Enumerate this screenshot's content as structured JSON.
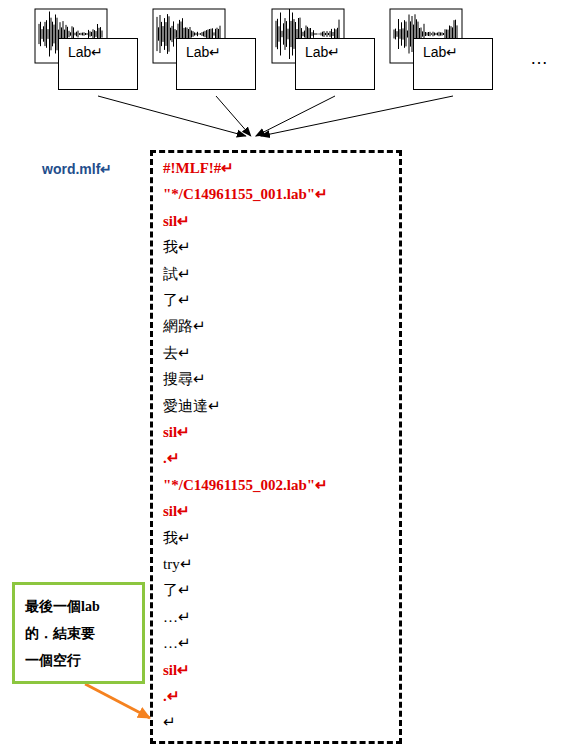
{
  "diagram": {
    "nodes": [
      {
        "text": [
          "Lab↵"
        ]
      },
      {
        "text": [
          "Lab↵"
        ]
      },
      {
        "text": [
          "Lab↵"
        ]
      },
      {
        "text": [
          "Lab↵"
        ]
      },
      {
        "text": [
          "word.mlf↵",
          "#!MLF!#↵",
          "\"*/C14961155_001.lab\"↵",
          "sil↵",
          "我↵",
          "試↵",
          "了↵",
          "網路↵",
          "去↵",
          "搜尋↵",
          "愛迪達↵",
          "sil↵",
          ".↵",
          "\"*/C14961155_002.lab\"↵",
          "sil↵",
          "我↵",
          "try↵",
          "了↵",
          "…↵",
          "…↵",
          "sil↵",
          ".↵",
          "↵"
        ]
      },
      {
        "text": [
          "最後一個lab 的．結束要 一個空行"
        ]
      }
    ],
    "edges": [
      {
        "from": 0,
        "to": 4,
        "arrow": "to"
      },
      {
        "from": 1,
        "to": 4,
        "arrow": "to"
      },
      {
        "from": 2,
        "to": 4,
        "arrow": "to"
      },
      {
        "from": 3,
        "to": 4,
        "arrow": "to"
      },
      {
        "from": 5,
        "to": 4,
        "arrow": "to"
      }
    ],
    "labels": [
      "…"
    ]
  }
}
